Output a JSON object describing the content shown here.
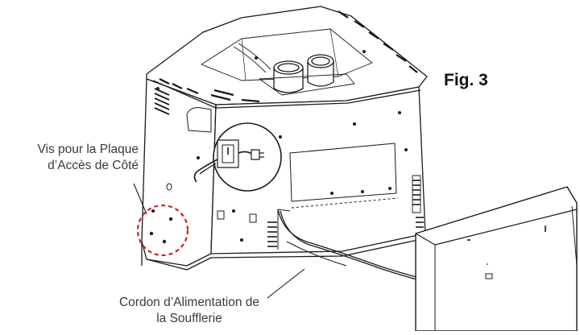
{
  "figure": {
    "title": "Fig. 3"
  },
  "callouts": {
    "side_access_screws": {
      "line1": "Vis pour la Plaque",
      "line2": "d’Accès de Côté"
    },
    "blower_cord": {
      "line1": "Cordon d’Alimentation de",
      "line2": "la Soufflerie"
    }
  },
  "colors": {
    "line": "#1a1a1a",
    "highlight_circle": "#d0202a",
    "text": "#3a3a3a"
  }
}
